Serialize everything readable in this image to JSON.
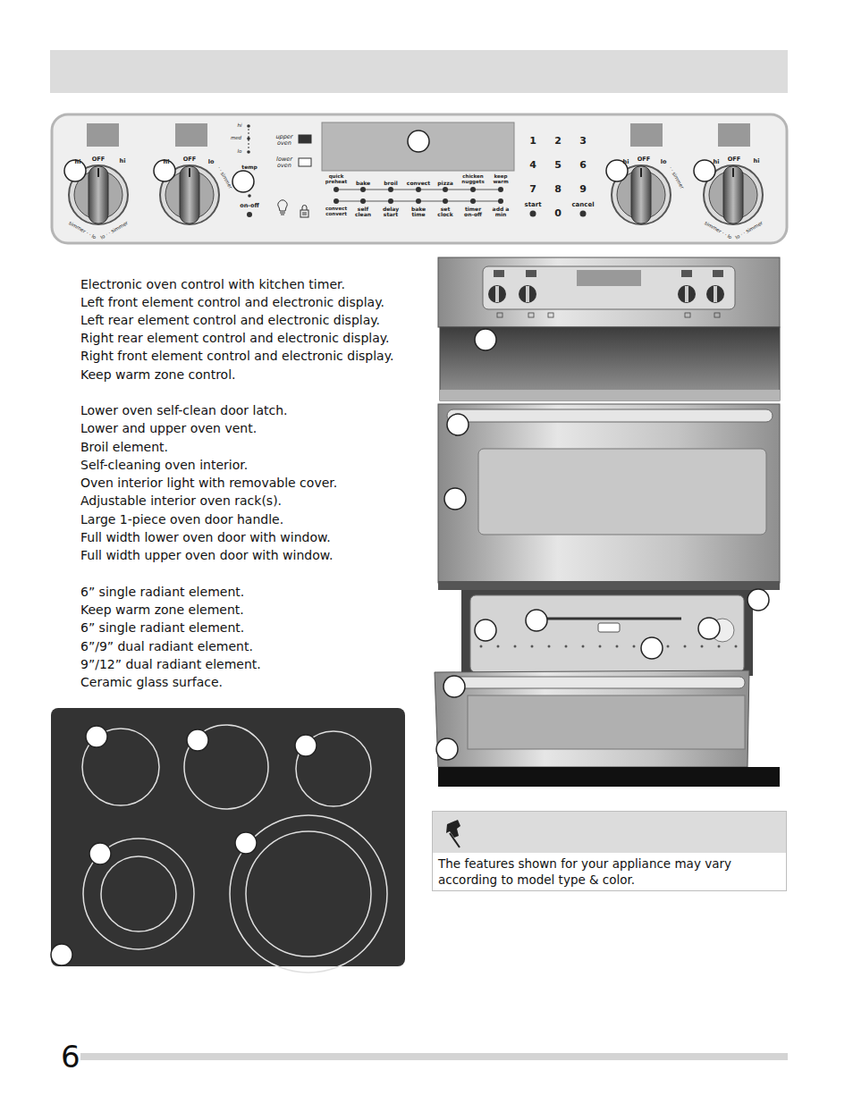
{
  "diagram": {
    "nodes": [
      {
        "text": [
          "The features shown for your appliance may vary according to model type & color."
        ]
      }
    ],
    "labels": [
      "hi",
      "OFF",
      "hi",
      "simmer · · lo",
      "lo · · simmer",
      "hi",
      "OFF",
      "lo",
      "· · simmer",
      "hi",
      "med",
      "lo",
      "temp",
      "on-off",
      "upper oven",
      "lower oven",
      "quick preheat",
      "bake",
      "broil",
      "convect",
      "pizza",
      "chicken nuggets",
      "keep warm",
      "convect convert",
      "self clean",
      "delay start",
      "bake time",
      "set clock",
      "timer on-off",
      "add a min",
      "1",
      "2",
      "3",
      "4",
      "5",
      "6",
      "7",
      "8",
      "9",
      "start",
      "0",
      "cancel",
      "hi",
      "OFF",
      "lo",
      "· · simmer",
      "hi",
      "OFF",
      "hi",
      "simmer · · lo",
      "lo · · simmer",
      "Electronic oven control with kitchen timer.",
      "Left front element control and electronic display.",
      "Left rear element control and electronic display.",
      "Right rear element control and electronic display.",
      "Right front element control and electronic display.",
      "Keep warm zone control.",
      "Lower oven self-clean door latch.",
      "Lower and upper oven vent.",
      "Broil element.",
      "Self-cleaning oven interior.",
      "Oven interior light with removable cover.",
      "Adjustable interior oven rack(s).",
      "Large 1-piece oven door handle.",
      "Full width lower oven door with window.",
      "Full width upper oven door with window.",
      "6” single radiant element.",
      "Keep warm zone element.",
      "6” single radiant element.",
      "6”/9” dual radiant element.",
      "9”/12” dual radiant element.",
      "Ceramic glass surface.",
      "6"
    ]
  }
}
